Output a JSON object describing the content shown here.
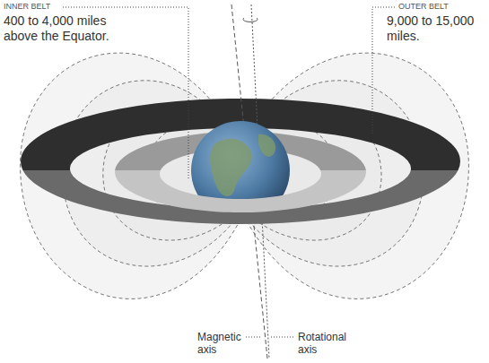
{
  "diagram": {
    "labels": [
      "INNER BELT",
      "400 to 4,000 miles above the Equator.",
      "OUTER BELT",
      "9,000 to 15,000 miles.",
      "Magnetic axis",
      "Rotational axis"
    ]
  }
}
